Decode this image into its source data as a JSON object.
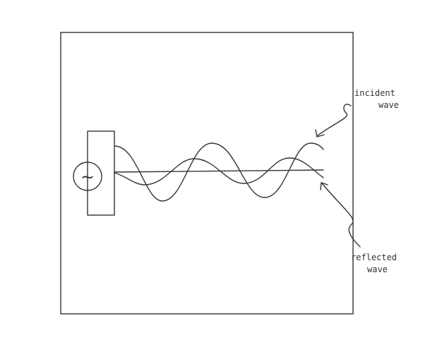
{
  "labels": {
    "incident_line1": "incident",
    "incident_line2": "wave",
    "reflected_line1": "reflected",
    "reflected_line2": "wave"
  },
  "generator_symbol": "~"
}
